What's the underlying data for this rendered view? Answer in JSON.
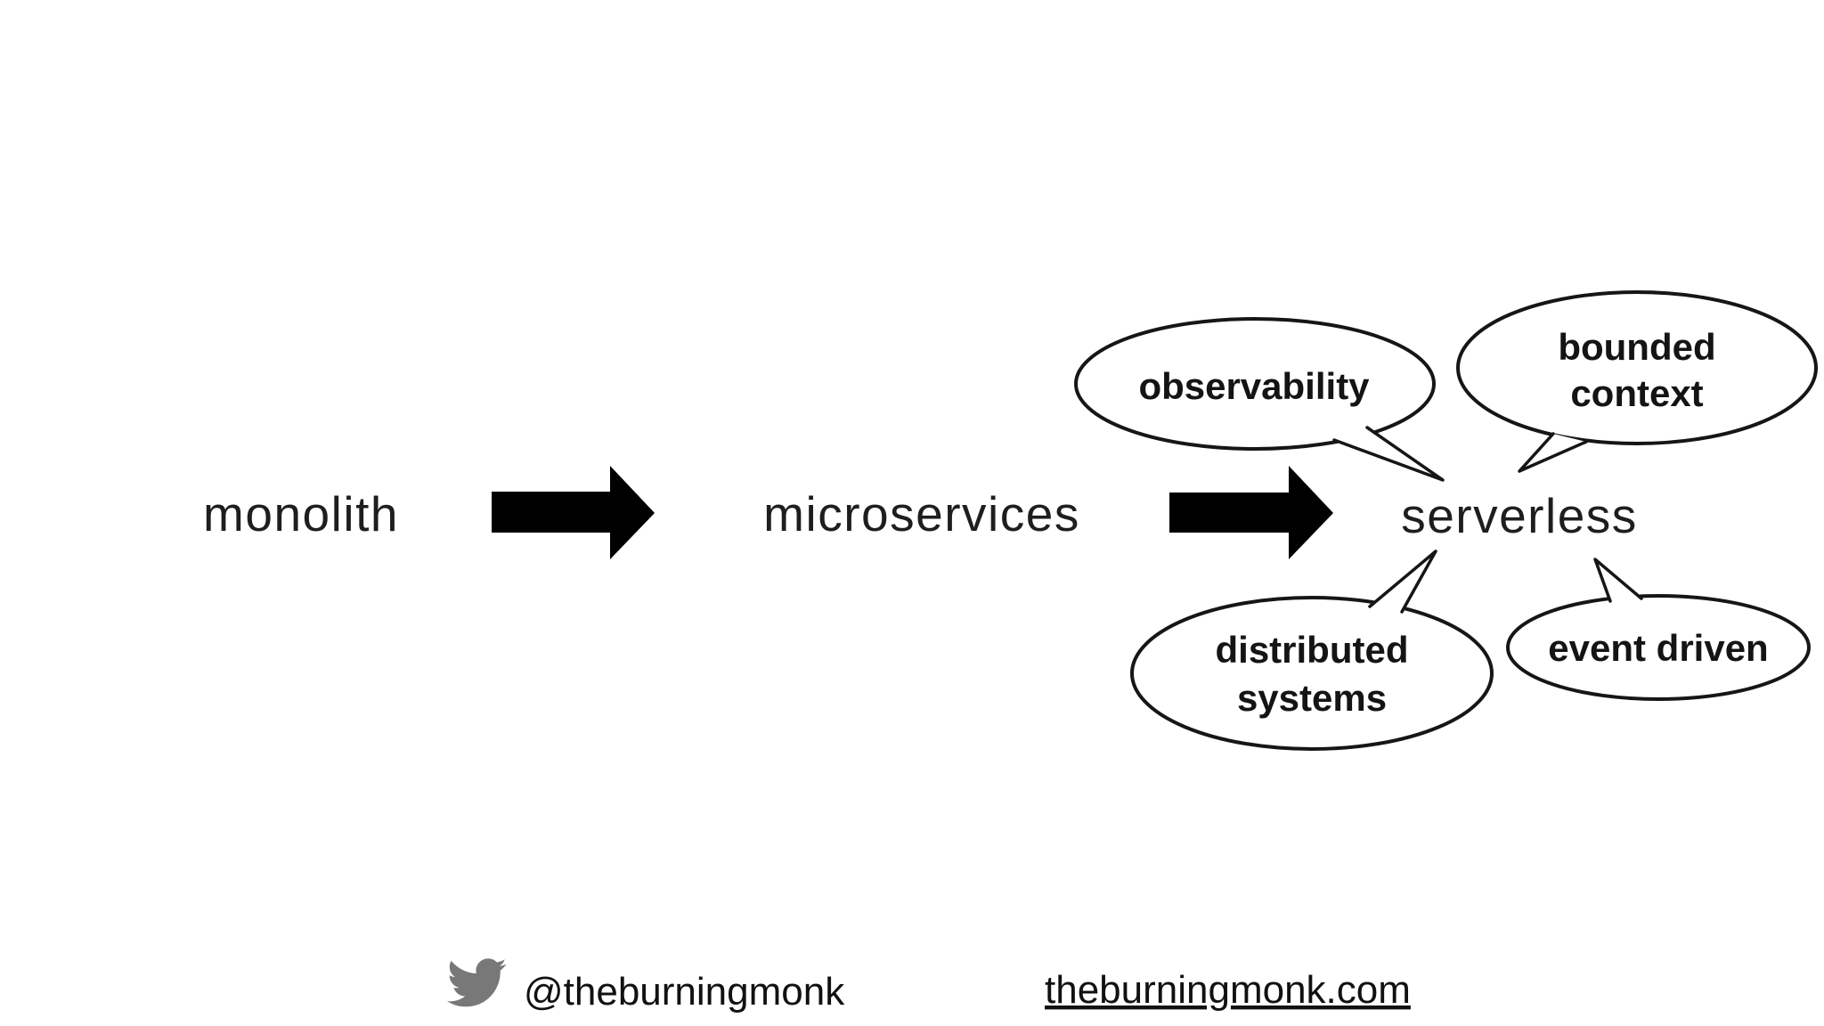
{
  "slide": {
    "stages": [
      {
        "label": "monolith"
      },
      {
        "label": "microservices"
      },
      {
        "label": "serverless"
      }
    ],
    "bubbles": [
      {
        "id": "observability",
        "lines": [
          "observability"
        ]
      },
      {
        "id": "bounded-context",
        "lines": [
          "bounded",
          "context"
        ]
      },
      {
        "id": "distributed-systems",
        "lines": [
          "distributed",
          "systems"
        ]
      },
      {
        "id": "event-driven",
        "lines": [
          "event driven"
        ]
      }
    ],
    "footer": {
      "twitter_handle": "@theburningmonk",
      "website": "theburningmonk.com"
    },
    "icons": {
      "twitter": "twitter-bird-icon",
      "stage_arrow": "arrow-right-icon"
    },
    "colors": {
      "background": "#ffffff",
      "ink": "#161616",
      "label_ink": "#1e1e1e",
      "arrow_black": "#000000",
      "twitter_icon_gray": "#787878"
    }
  }
}
